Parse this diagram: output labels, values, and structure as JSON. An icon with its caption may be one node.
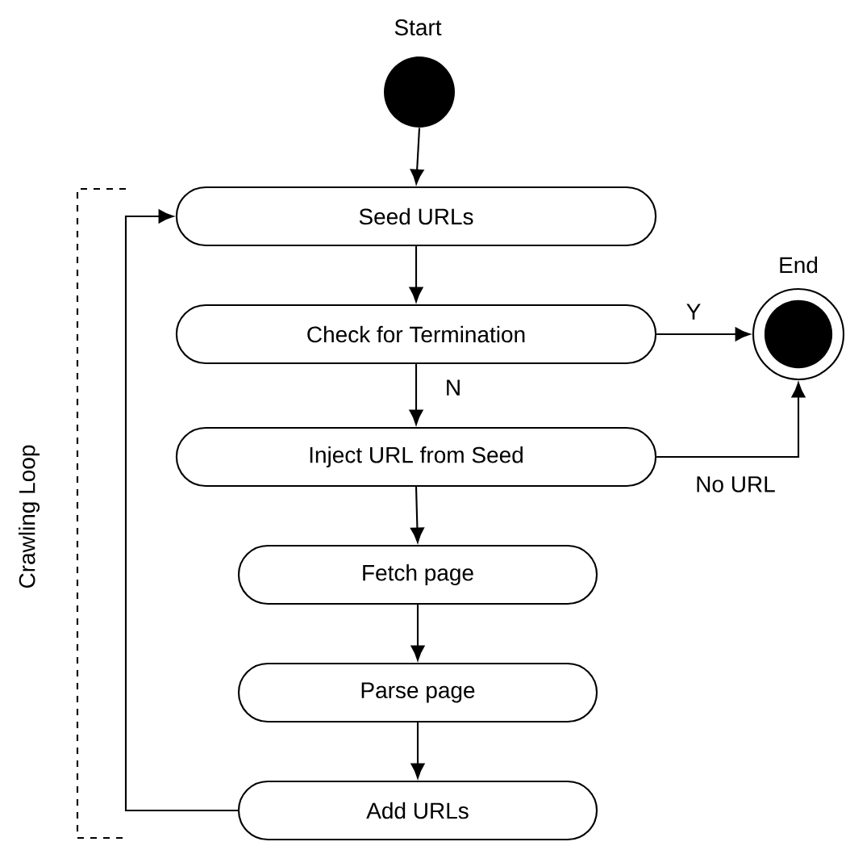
{
  "diagram": {
    "nodes": [
      {
        "text": [],
        "shape": "circle",
        "beside": [
          "Start"
        ]
      },
      {
        "text": [
          "Seed URLs"
        ]
      },
      {
        "text": [
          "Check for Termination"
        ]
      },
      {
        "text": [
          "Inject URL  from Seed"
        ]
      },
      {
        "text": [
          "Fetch page"
        ]
      },
      {
        "text": [
          "Parse page"
        ]
      },
      {
        "text": [
          "Add URLs"
        ]
      },
      {
        "text": [],
        "shape": "circle",
        "beside": [
          "End"
        ]
      }
    ],
    "edges": [
      {
        "from": 0,
        "to": 1,
        "arrow": "to"
      },
      {
        "from": 1,
        "to": 2,
        "arrow": "to"
      },
      {
        "from": 2,
        "to": 7,
        "arrow": "to",
        "label": "Y"
      },
      {
        "from": 2,
        "to": 3,
        "arrow": "to",
        "label": "N"
      },
      {
        "from": 3,
        "to": 7,
        "arrow": "to",
        "label": "No URL"
      },
      {
        "from": 3,
        "to": 4,
        "arrow": "to"
      },
      {
        "from": 4,
        "to": 5,
        "arrow": "to"
      },
      {
        "from": 5,
        "to": 6,
        "arrow": "to"
      },
      {
        "from": 6,
        "to": 1,
        "arrow": "to"
      }
    ],
    "labels": [
      "Crawling Loop"
    ]
  }
}
